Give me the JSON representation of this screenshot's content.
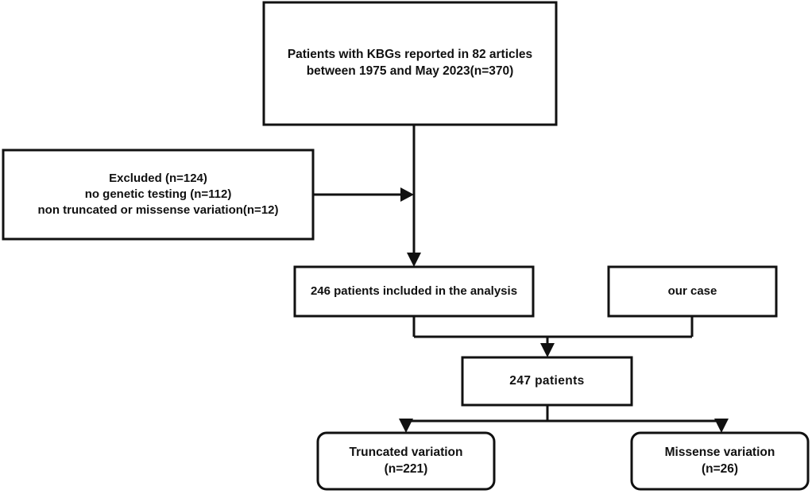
{
  "figure": {
    "type": "flowchart",
    "orientation": "top-down",
    "background_color": "#ffffff",
    "stroke_color": "#111111",
    "text_color": "#111111"
  },
  "nodes": {
    "source": {
      "id": "source-cohort",
      "label": "Patients with KBGs reported in 82 articles\nbetween 1975 and May 2023(n=370)",
      "shape": "rectangle",
      "count": 370
    },
    "excluded": {
      "id": "excluded-patients",
      "label": "Excluded (n=124)\nno genetic testing (n=112)\nnon truncated or missense variation(n=12)",
      "shape": "rectangle",
      "count": 124,
      "reasons": [
        {
          "reason": "no genetic testing",
          "count": 112
        },
        {
          "reason": "non truncated or missense variation",
          "count": 12
        }
      ]
    },
    "included": {
      "id": "included-analysis",
      "label": "246 patients included in the analysis",
      "shape": "rectangle",
      "count": 246
    },
    "our_case": {
      "id": "our-case",
      "label": "our case",
      "shape": "rectangle",
      "count": 1
    },
    "total": {
      "id": "total-patients",
      "label": "247 patients",
      "shape": "rectangle",
      "count": 247
    },
    "truncated": {
      "id": "truncated-variation",
      "label": "Truncated variation\n(n=221)",
      "shape": "rounded-rectangle",
      "count": 221
    },
    "missense": {
      "id": "missense-variation",
      "label": "Missense variation\n(n=26)",
      "shape": "rounded-rectangle",
      "count": 26
    }
  },
  "edges": [
    {
      "from": "source-cohort",
      "to": "included-analysis",
      "style": "arrow"
    },
    {
      "from": "excluded-patients",
      "to": "source-cohort",
      "style": "arrow"
    },
    {
      "from": "included-analysis",
      "to": "total-patients",
      "style": "merge-arrow"
    },
    {
      "from": "our-case",
      "to": "total-patients",
      "style": "merge-arrow"
    },
    {
      "from": "total-patients",
      "to": "truncated-variation",
      "style": "split-arrow"
    },
    {
      "from": "total-patients",
      "to": "missense-variation",
      "style": "split-arrow"
    }
  ]
}
